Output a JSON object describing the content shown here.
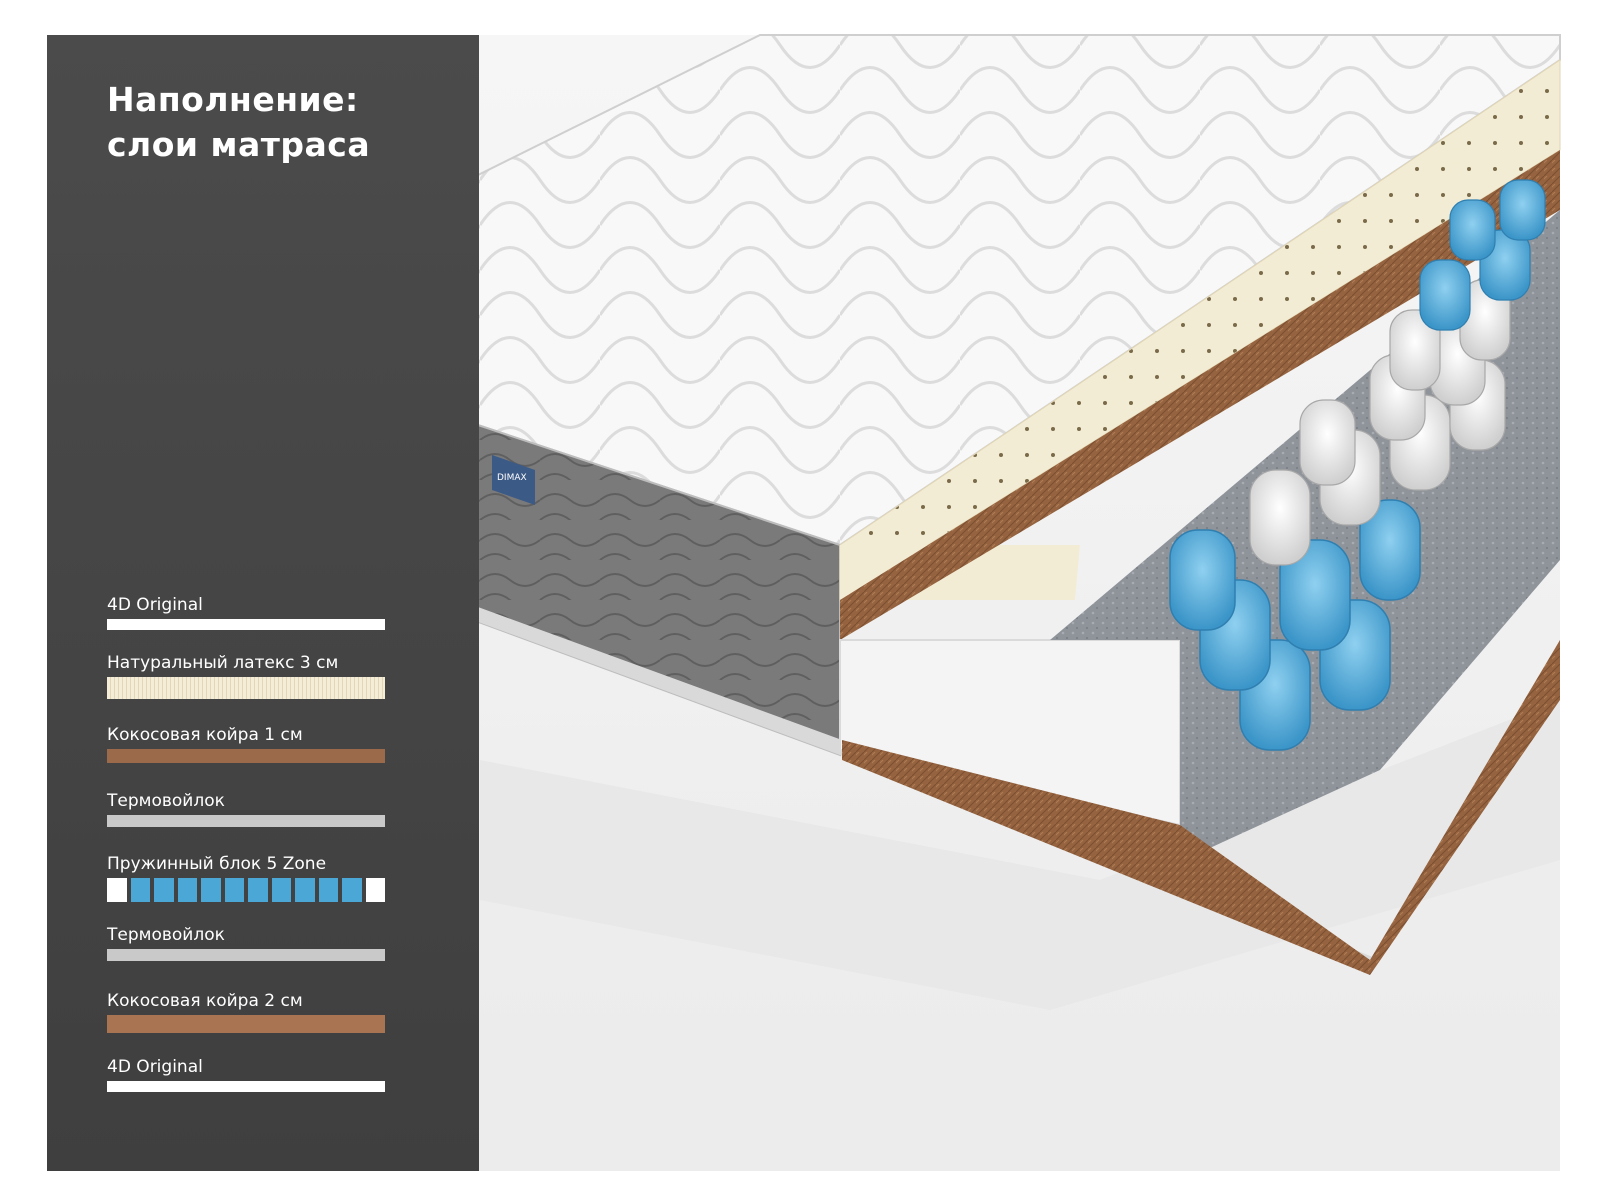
{
  "heading": {
    "line1": "Наполнение:",
    "line2": "слои матраса"
  },
  "brand_tag": "DIMAX",
  "layers": [
    {
      "label": "4D Original",
      "swatch": "white"
    },
    {
      "label": "Натуральный латекс 3 см",
      "swatch": "latex"
    },
    {
      "label": "Кокосовая койра 1 см",
      "swatch": "coir"
    },
    {
      "label": "Термовойлок",
      "swatch": "felt"
    },
    {
      "label": "Пружинный блок 5 Zone",
      "swatch": "spring"
    },
    {
      "label": "Термовойлок",
      "swatch": "felt"
    },
    {
      "label": "Кокосовая койра 2 см",
      "swatch": "coir"
    },
    {
      "label": "4D Original",
      "swatch": "white"
    }
  ],
  "colors": {
    "panel": "#474747",
    "cover": "#f7f7f7",
    "side_fabric": "#7c7c7c",
    "latex": "#f3ecd5",
    "coir": "#9a6a4a",
    "felt": "#8e9296",
    "spring_blue": "#4aa7d6",
    "spring_white": "#ececec"
  }
}
